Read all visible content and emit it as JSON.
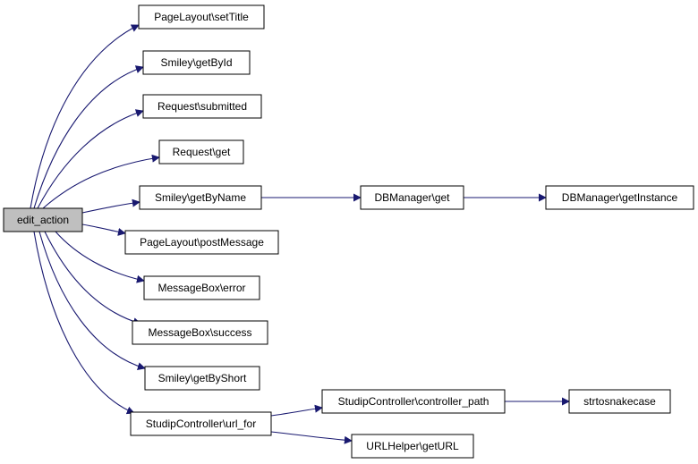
{
  "graph": {
    "edge_color": "#191970",
    "root_fill": "#bfbfbf",
    "nodes": {
      "edit_action": "edit_action",
      "setTitle": "PageLayout\\setTitle",
      "getById": "Smiley\\getById",
      "submitted": "Request\\submitted",
      "requestGet": "Request\\get",
      "getByName": "Smiley\\getByName",
      "dbGet": "DBManager\\get",
      "getInstance": "DBManager\\getInstance",
      "postMessage": "PageLayout\\postMessage",
      "error": "MessageBox\\error",
      "success": "MessageBox\\success",
      "getByShort": "Smiley\\getByShort",
      "urlFor": "StudipController\\url_for",
      "controllerPath": "StudipController\\controller_path",
      "strtosnakecase": "strtosnakecase",
      "getURL": "URLHelper\\getURL"
    },
    "edges": [
      [
        "edit_action",
        "setTitle"
      ],
      [
        "edit_action",
        "getById"
      ],
      [
        "edit_action",
        "submitted"
      ],
      [
        "edit_action",
        "requestGet"
      ],
      [
        "edit_action",
        "getByName"
      ],
      [
        "edit_action",
        "postMessage"
      ],
      [
        "edit_action",
        "error"
      ],
      [
        "edit_action",
        "success"
      ],
      [
        "edit_action",
        "getByShort"
      ],
      [
        "edit_action",
        "urlFor"
      ],
      [
        "getByName",
        "dbGet"
      ],
      [
        "dbGet",
        "getInstance"
      ],
      [
        "urlFor",
        "controllerPath"
      ],
      [
        "urlFor",
        "getURL"
      ],
      [
        "controllerPath",
        "strtosnakecase"
      ]
    ]
  }
}
